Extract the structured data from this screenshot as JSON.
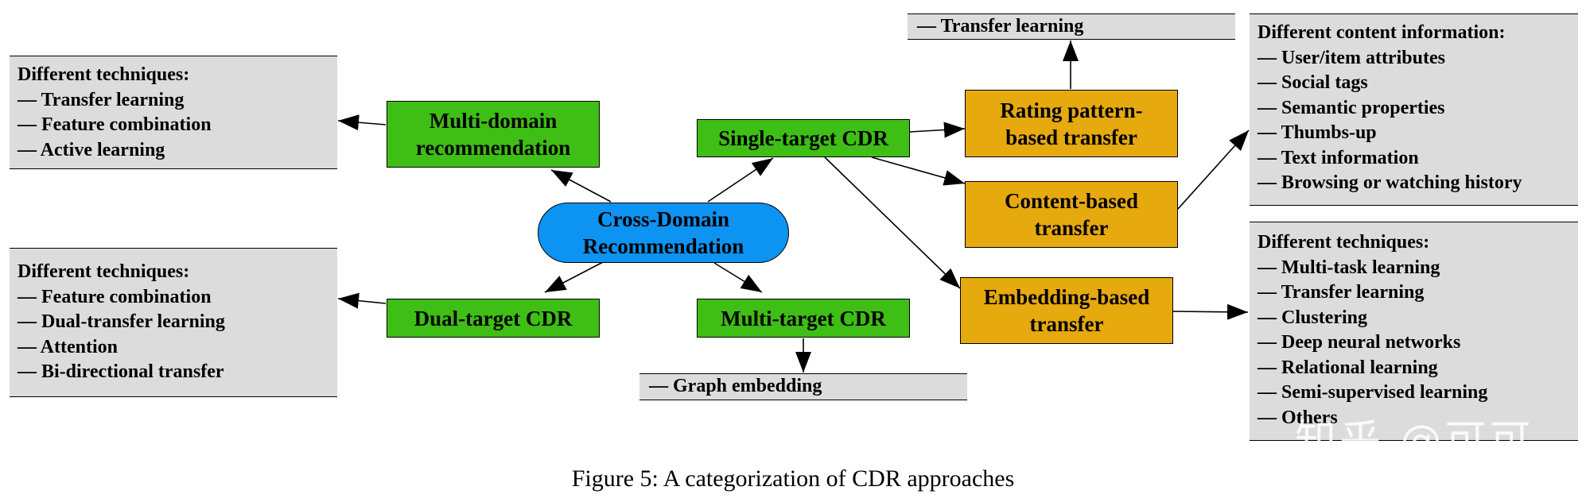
{
  "nodes": {
    "center": "Cross-Domain\nRecommendation",
    "multi_domain": "Multi-domain\nrecommendation",
    "single_target": "Single-target CDR",
    "dual_target": "Dual-target CDR",
    "multi_target": "Multi-target CDR",
    "rating_pattern": "Rating pattern-\nbased transfer",
    "content_based": "Content-based\ntransfer",
    "embedding_based": "Embedding-based\ntransfer"
  },
  "panels": {
    "multi_domain_techniques": {
      "title": "Different techniques:",
      "items": [
        "— Transfer learning",
        "— Feature combination",
        "— Active learning"
      ]
    },
    "dual_target_techniques": {
      "title": "Different techniques:",
      "items": [
        "— Feature combination",
        "— Dual-transfer learning",
        "— Attention",
        "— Bi-directional transfer"
      ]
    },
    "multi_target_techniques": {
      "items": [
        "— Graph embedding"
      ]
    },
    "rating_pattern_techniques": {
      "items": [
        "— Transfer learning"
      ]
    },
    "content_information": {
      "title": "Different content information:",
      "items": [
        "— User/item attributes",
        "— Social tags",
        "— Semantic properties",
        "— Thumbs-up",
        "— Text information",
        "— Browsing or watching history"
      ]
    },
    "embedding_techniques": {
      "title": "Different techniques:",
      "items": [
        "— Multi-task learning",
        "— Transfer learning",
        "— Clustering",
        "— Deep neural networks",
        "— Relational learning",
        "— Semi-supervised learning",
        "— Others"
      ]
    }
  },
  "caption": "Figure 5: A categorization of CDR approaches",
  "watermark": "知乎 @可可",
  "colors": {
    "green": "#3fbe15",
    "orange": "#e6a90e",
    "blue": "#0d93f2",
    "panel": "#dcdcdc"
  }
}
